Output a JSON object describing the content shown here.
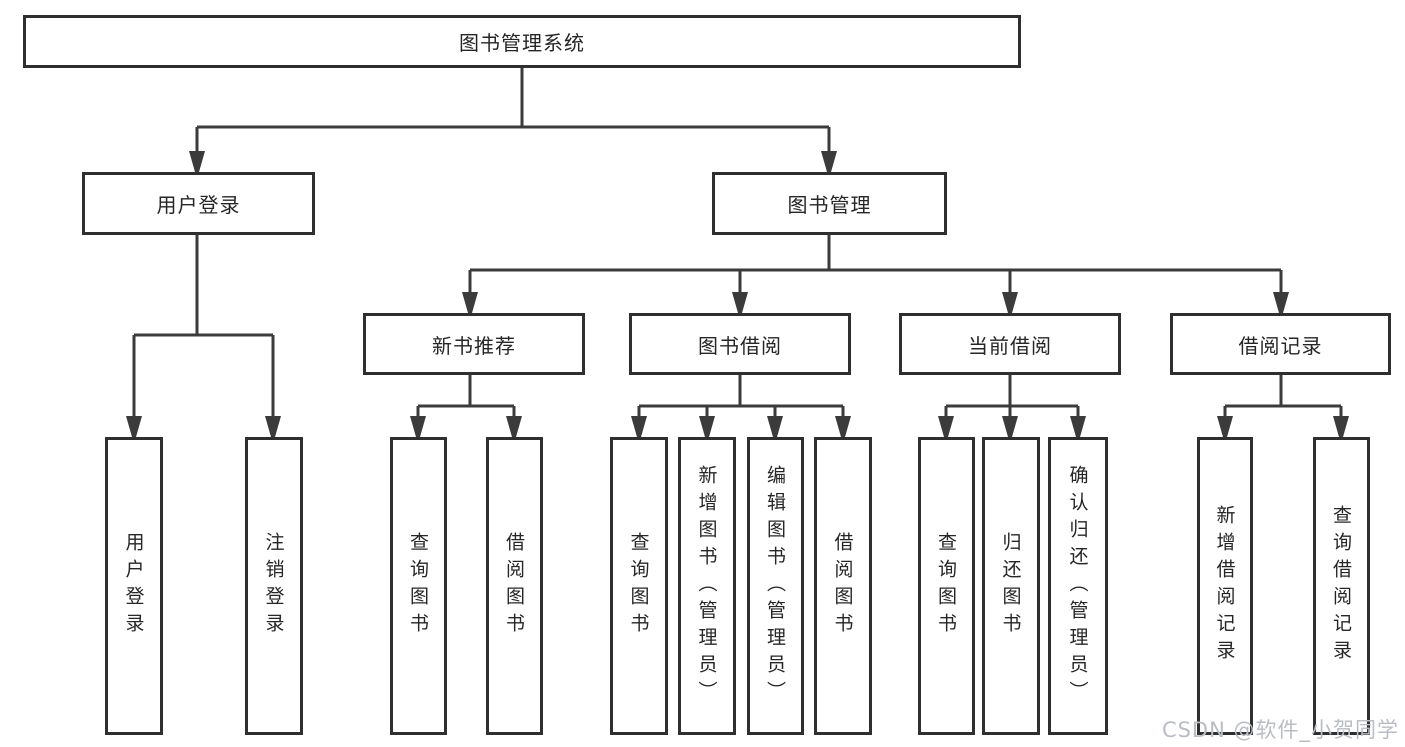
{
  "tree": {
    "root": "图书管理系统",
    "user": {
      "label": "用户登录",
      "leaves": [
        "用户登录",
        "注销登录"
      ]
    },
    "mgmt": {
      "label": "图书管理",
      "groups": [
        {
          "label": "新书推荐",
          "leaves": [
            "查询图书",
            "借阅图书"
          ]
        },
        {
          "label": "图书借阅",
          "leaves": [
            "查询图书",
            "新增图书（管理员）",
            "编辑图书（管理员）",
            "借阅图书"
          ]
        },
        {
          "label": "当前借阅",
          "leaves": [
            "查询图书",
            "归还图书",
            "确认归还（管理员）"
          ]
        },
        {
          "label": "借阅记录",
          "leaves": [
            "新增借阅记录",
            "查询借阅记录"
          ]
        }
      ]
    }
  },
  "watermark": "CSDN @软件_小贺同学",
  "colors": {
    "line": "#3b3b3b",
    "box_border": "#2f2f2f",
    "text": "#262626",
    "watermark": "#b9bdc4",
    "background": "#ffffff"
  }
}
